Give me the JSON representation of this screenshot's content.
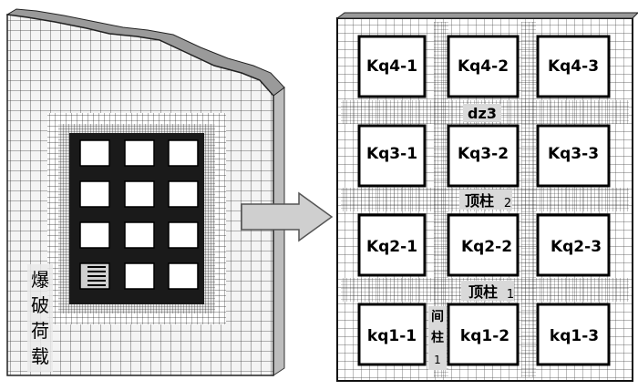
{
  "left_panel": {
    "load_label": [
      "爆",
      "破",
      "荷",
      "载"
    ]
  },
  "right_panel": {
    "rooms": [
      {
        "id": "Kq4-1"
      },
      {
        "id": "Kq4-2"
      },
      {
        "id": "Kq4-3"
      },
      {
        "id": "Kq3-1"
      },
      {
        "id": "Kq3-2"
      },
      {
        "id": "Kq3-3"
      },
      {
        "id": "Kq2-1"
      },
      {
        "id": "Kq2-2"
      },
      {
        "id": "Kq2-3"
      },
      {
        "id": "kq1-1"
      },
      {
        "id": "kq1-2"
      },
      {
        "id": "kq1-3"
      }
    ],
    "row_labels": {
      "dz3": "dz3",
      "top2_main": "顶柱",
      "top2_sub": "2",
      "top1_main": "顶柱",
      "top1_sub": "1"
    },
    "pillar_label": {
      "line1": "间",
      "line2": "柱",
      "line3": "1"
    }
  },
  "colors": {
    "mesh_line": "#3a3a3a",
    "dense_mesh": "#1a1a1a",
    "room_fill": "#ffffff",
    "arrow_fill": "#cfcfcf",
    "arrow_stroke": "#555555",
    "label_bg": "#d9d9d9"
  }
}
